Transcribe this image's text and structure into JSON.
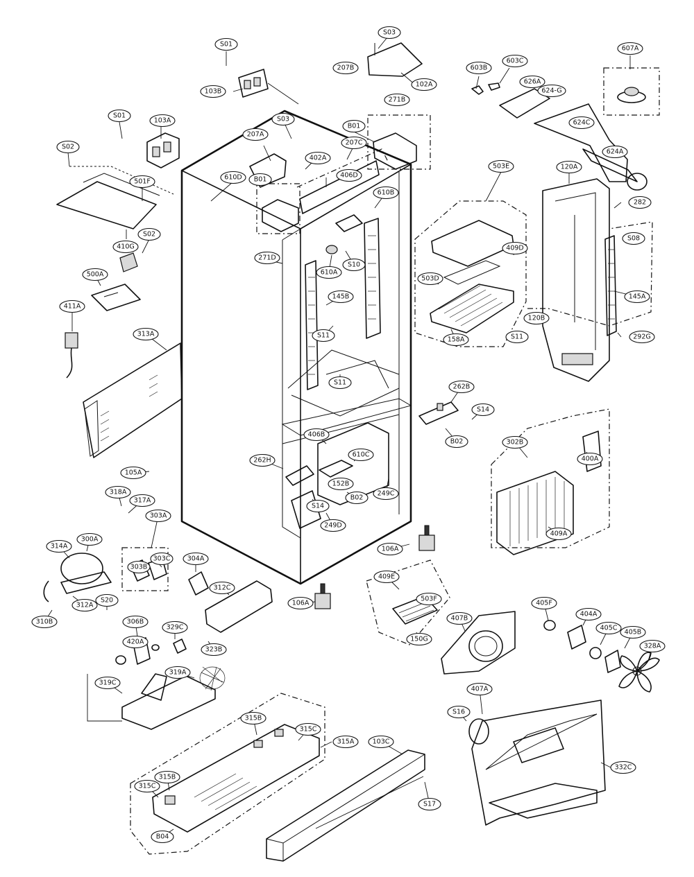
{
  "callouts": [
    {
      "id": "S01",
      "text": "S01"
    },
    {
      "id": "S03",
      "text": "S03"
    },
    {
      "id": "207B",
      "text": "207B"
    },
    {
      "id": "102A",
      "text": "102A"
    },
    {
      "id": "603B",
      "text": "603B"
    },
    {
      "id": "603C",
      "text": "603C"
    },
    {
      "id": "607A",
      "text": "607A"
    },
    {
      "id": "103B",
      "text": "103B"
    },
    {
      "id": "626A",
      "text": "626A"
    },
    {
      "id": "624-G",
      "text": "624-G"
    },
    {
      "id": "271B",
      "text": "271B"
    },
    {
      "id": "S01b",
      "text": "S01"
    },
    {
      "id": "103A",
      "text": "103A"
    },
    {
      "id": "S03b",
      "text": "S03"
    },
    {
      "id": "B01",
      "text": "B01"
    },
    {
      "id": "624C",
      "text": "624C"
    },
    {
      "id": "207A",
      "text": "207A"
    },
    {
      "id": "207C",
      "text": "207C"
    },
    {
      "id": "S02",
      "text": "S02"
    },
    {
      "id": "402A",
      "text": "402A"
    },
    {
      "id": "624A",
      "text": "624A"
    },
    {
      "id": "610D",
      "text": "610D"
    },
    {
      "id": "406D",
      "text": "406D"
    },
    {
      "id": "B01b",
      "text": "B01"
    },
    {
      "id": "610B",
      "text": "610B"
    },
    {
      "id": "501F",
      "text": "501F"
    },
    {
      "id": "120A",
      "text": "120A"
    },
    {
      "id": "503E",
      "text": "503E"
    },
    {
      "id": "282",
      "text": "282"
    },
    {
      "id": "S02b",
      "text": "S02"
    },
    {
      "id": "410G",
      "text": "410G"
    },
    {
      "id": "S08",
      "text": "S08"
    },
    {
      "id": "271D",
      "text": "271D"
    },
    {
      "id": "409D",
      "text": "409D"
    },
    {
      "id": "S10",
      "text": "S10"
    },
    {
      "id": "610A",
      "text": "610A"
    },
    {
      "id": "503D",
      "text": "503D"
    },
    {
      "id": "500A",
      "text": "500A"
    },
    {
      "id": "145A",
      "text": "145A"
    },
    {
      "id": "145B",
      "text": "145B"
    },
    {
      "id": "411A",
      "text": "411A"
    },
    {
      "id": "120B",
      "text": "120B"
    },
    {
      "id": "S11",
      "text": "S11"
    },
    {
      "id": "S11b",
      "text": "S11"
    },
    {
      "id": "158A",
      "text": "158A"
    },
    {
      "id": "292G",
      "text": "292G"
    },
    {
      "id": "313A",
      "text": "313A"
    },
    {
      "id": "S11c",
      "text": "S11"
    },
    {
      "id": "262B",
      "text": "262B"
    },
    {
      "id": "S14",
      "text": "S14"
    },
    {
      "id": "B02",
      "text": "B02"
    },
    {
      "id": "302B",
      "text": "302B"
    },
    {
      "id": "406B",
      "text": "406B"
    },
    {
      "id": "610C",
      "text": "610C"
    },
    {
      "id": "105A",
      "text": "105A"
    },
    {
      "id": "400A",
      "text": "400A"
    },
    {
      "id": "262H",
      "text": "262H"
    },
    {
      "id": "152B",
      "text": "152B"
    },
    {
      "id": "318A",
      "text": "318A"
    },
    {
      "id": "317A",
      "text": "317A"
    },
    {
      "id": "B02b",
      "text": "B02"
    },
    {
      "id": "249C",
      "text": "249C"
    },
    {
      "id": "S14b",
      "text": "S14"
    },
    {
      "id": "303A",
      "text": "303A"
    },
    {
      "id": "409A",
      "text": "409A"
    },
    {
      "id": "249D",
      "text": "249D"
    },
    {
      "id": "314A",
      "text": "314A"
    },
    {
      "id": "300A",
      "text": "300A"
    },
    {
      "id": "106A",
      "text": "106A"
    },
    {
      "id": "303B",
      "text": "303B"
    },
    {
      "id": "303C",
      "text": "303C"
    },
    {
      "id": "304A",
      "text": "304A"
    },
    {
      "id": "409E",
      "text": "409E"
    },
    {
      "id": "312C",
      "text": "312C"
    },
    {
      "id": "503F",
      "text": "503F"
    },
    {
      "id": "312A",
      "text": "312A"
    },
    {
      "id": "S20",
      "text": "S20"
    },
    {
      "id": "106Ab",
      "text": "106A"
    },
    {
      "id": "310B",
      "text": "310B"
    },
    {
      "id": "405F",
      "text": "405F"
    },
    {
      "id": "404A",
      "text": "404A"
    },
    {
      "id": "306B",
      "text": "306B"
    },
    {
      "id": "407B",
      "text": "407B"
    },
    {
      "id": "329C",
      "text": "329C"
    },
    {
      "id": "405C",
      "text": "405C"
    },
    {
      "id": "420A",
      "text": "420A"
    },
    {
      "id": "150G",
      "text": "150G"
    },
    {
      "id": "405B",
      "text": "405B"
    },
    {
      "id": "323B",
      "text": "323B"
    },
    {
      "id": "328A",
      "text": "328A"
    },
    {
      "id": "319C",
      "text": "319C"
    },
    {
      "id": "319A",
      "text": "319A"
    },
    {
      "id": "407A",
      "text": "407A"
    },
    {
      "id": "S16",
      "text": "S16"
    },
    {
      "id": "315B",
      "text": "315B"
    },
    {
      "id": "315C",
      "text": "315C"
    },
    {
      "id": "315A",
      "text": "315A"
    },
    {
      "id": "103C",
      "text": "103C"
    },
    {
      "id": "332C",
      "text": "332C"
    },
    {
      "id": "315Cb",
      "text": "315C"
    },
    {
      "id": "315Bb",
      "text": "315B"
    },
    {
      "id": "S17",
      "text": "S17"
    },
    {
      "id": "B04",
      "text": "B04"
    }
  ]
}
